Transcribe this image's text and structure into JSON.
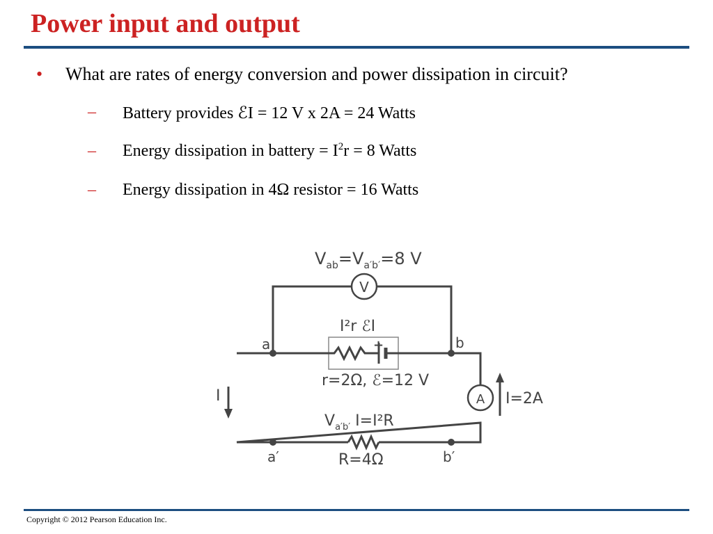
{
  "slide": {
    "title": "Power input and output",
    "bullet": {
      "marker": "•",
      "text": "What are rates of energy conversion and power dissipation in circuit?"
    },
    "sub_items": [
      {
        "marker": "–",
        "text": "Battery provides ℰI = 12 V x 2A = 24 Watts"
      },
      {
        "marker": "–",
        "text_pre": "Energy dissipation in battery = I",
        "sup": "2",
        "text_post": "r = 8 Watts"
      },
      {
        "marker": "–",
        "text": "Energy dissipation in 4Ω resistor = 16 Watts"
      }
    ],
    "footer": "Copyright © 2012 Pearson Education Inc."
  },
  "diagram": {
    "voltmeter_label": "V",
    "ammeter_label": "A",
    "top_voltage": "V",
    "top_voltage_sub": "ab",
    "top_voltage_eq": "=V",
    "top_voltage_sub2": "a′b′",
    "top_voltage_val": "=8 V",
    "battery_power_label": "I²r  ℰI",
    "plus_sign": "+",
    "battery_params": "r=2Ω, ℰ=12 V",
    "node_a": "a",
    "node_b": "b",
    "node_a_prime": "a′",
    "node_b_prime": "b′",
    "current_left": "I",
    "current_right": "I=2A",
    "bottom_voltage": "V",
    "bottom_voltage_sub": "a′b′",
    "bottom_voltage_eq": " I=I²R",
    "resistor_label": "R=4Ω"
  },
  "colors": {
    "title": "#cc2222",
    "rule": "#1c4e80",
    "wire": "#444444",
    "battery_box": "#888888"
  }
}
